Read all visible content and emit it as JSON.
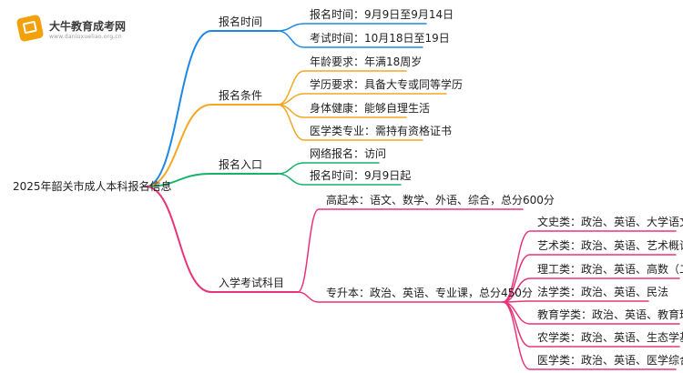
{
  "logo": {
    "name": "大牛教育成考网",
    "url": "www.daniuxueliao.org.cn"
  },
  "colors": {
    "blue": "#1e88e5",
    "orange": "#f5a623",
    "green": "#17b26a",
    "pink": "#e8337a"
  },
  "root": {
    "label": "2025年韶关市成人本科报名信息"
  },
  "branches": [
    {
      "label": "报名时间",
      "items": [
        "报名时间：9月9日至9月14日",
        "考试时间：10月18日至19日"
      ]
    },
    {
      "label": "报名条件",
      "items": [
        "年龄要求：年满18周岁",
        "学历要求：具备大专或同等学历",
        "身体健康：能够自理生活",
        "医学类专业：需持有资格证书"
      ]
    },
    {
      "label": "报名入口",
      "items": [
        "网络报名：访问",
        "报名时间：9月9日起"
      ]
    },
    {
      "label": "入学考试科目",
      "gaoqiben": "高起本：语文、数学、外语、综合，总分600分",
      "zhuanshengben": "专升本：政治、英语、专业课，总分450分",
      "subjects": [
        "文史类：政治、英语、大学语文",
        "艺术类：政治、英语、艺术概论",
        "理工类：政治、英语、高数（二）",
        "法学类：政治、英语、民法",
        "教育学类：政治、英语、教育理论",
        "农学类：政治、英语、生态学基础",
        "医学类：政治、英语、医学综合"
      ]
    }
  ]
}
